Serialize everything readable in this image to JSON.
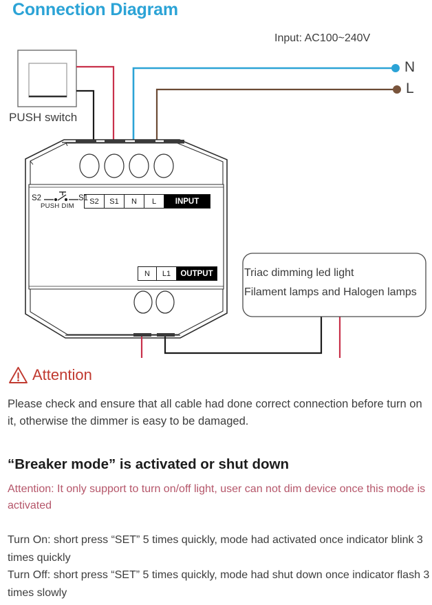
{
  "title": "Connection Diagram",
  "diagram": {
    "input_label": "Input: AC100~240V",
    "push_switch_label": "PUSH switch",
    "terminal_n_label": "N",
    "terminal_l_label": "L",
    "device": {
      "push_dim_left": "S2",
      "push_dim_right": "S1",
      "push_dim_caption": "PUSH DIM",
      "input_terminals": [
        "S2",
        "S1",
        "N",
        "L"
      ],
      "input_tag": "INPUT",
      "output_terminals": [
        "N",
        "L1"
      ],
      "output_tag": "OUTPUT"
    },
    "lamp_box": {
      "line1": "Triac dimming led light",
      "line2": "Filament lamps and Halogen lamps"
    },
    "wire_colors": {
      "neutral_blue": "#2ba3d6",
      "live_brown": "#6b4a34",
      "switch_red": "#c8304a",
      "switch_black": "#1a1a1a",
      "output_red": "#c8304a",
      "output_black": "#1a1a1a"
    }
  },
  "attention": {
    "icon": "warning-triangle-icon",
    "heading": "Attention",
    "body": "Please check and ensure that all cable had done correct connection before turn on it, otherwise the dimmer is easy to be damaged.",
    "accent_color": "#c0392f"
  },
  "breaker_mode": {
    "heading": "“Breaker mode” is activated or shut down",
    "note": "Attention: It only support to turn on/off light, user can not dim device once this mode is activated",
    "note_color": "#b5566a",
    "turn_on": "Turn On:  short press “SET” 5 times quickly, mode had activated once indicator blink 3 times quickly",
    "turn_off": "Turn Off:  short press “SET” 5 times quickly, mode had shut down once indicator flash 3 times slowly"
  }
}
